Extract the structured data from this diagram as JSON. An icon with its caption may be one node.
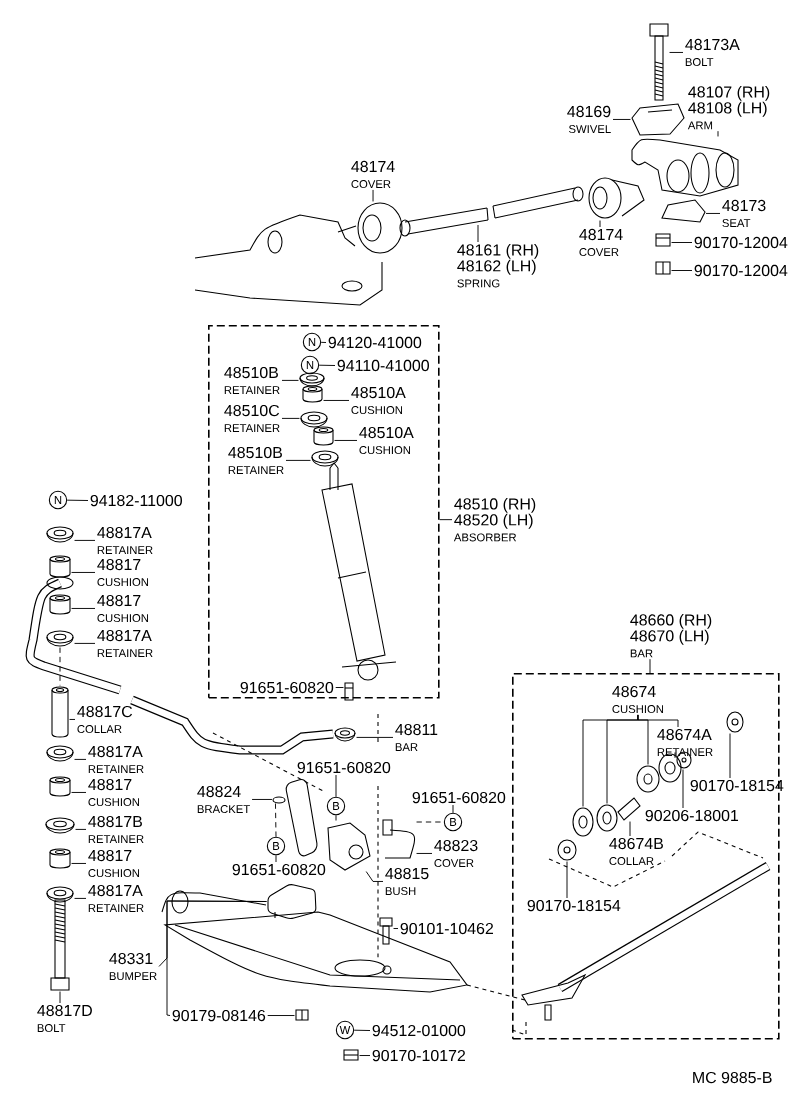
{
  "diagram": {
    "nodes": [
      {
        "text": [
          "48173A",
          "BOLT"
        ]
      },
      {
        "text": [
          "48107 (RH)",
          "48108 (LH)",
          "ARM"
        ]
      },
      {
        "text": [
          "48169",
          "SWIVEL"
        ]
      },
      {
        "text": [
          "48174",
          "COVER"
        ]
      },
      {
        "text": [
          "48173",
          "SEAT"
        ]
      },
      {
        "text": [
          "48161 (RH)",
          "48162 (LH)",
          "SPRING"
        ]
      },
      {
        "text": [
          "48174",
          "COVER"
        ]
      },
      {
        "text": [
          "90170-12004"
        ]
      },
      {
        "text": [
          "90170-12004"
        ]
      },
      {
        "text": [],
        "shape": "box"
      },
      {
        "text": [
          "N"
        ],
        "in": 9
      },
      {
        "text": [
          "94120-41000"
        ],
        "in": 9
      },
      {
        "text": [
          "N"
        ],
        "in": 9
      },
      {
        "text": [
          "94110-41000"
        ],
        "in": 9
      },
      {
        "text": [
          "48510B",
          "RETAINER"
        ],
        "in": 9
      },
      {
        "text": [
          "48510A",
          "CUSHION"
        ],
        "in": 9
      },
      {
        "text": [
          "48510C",
          "RETAINER"
        ],
        "in": 9
      },
      {
        "text": [
          "48510A",
          "CUSHION"
        ],
        "in": 9
      },
      {
        "text": [
          "48510B",
          "RETAINER"
        ],
        "in": 9
      },
      {
        "text": [
          "48510 (RH)",
          "48520 (LH)",
          "ABSORBER"
        ]
      },
      {
        "text": [
          "91651-60820"
        ],
        "in": 9
      },
      {
        "text": [
          "N"
        ]
      },
      {
        "text": [
          "94182-11000"
        ]
      },
      {
        "text": [
          "48817A",
          "RETAINER"
        ]
      },
      {
        "text": [
          "48817",
          "CUSHION"
        ]
      },
      {
        "text": [
          "48817",
          "CUSHION"
        ]
      },
      {
        "text": [
          "48817A",
          "RETAINER"
        ]
      },
      {
        "text": [
          "48817C",
          "COLLAR"
        ]
      },
      {
        "text": [
          "48817A",
          "RETAINER"
        ]
      },
      {
        "text": [
          "48817",
          "CUSHION"
        ]
      },
      {
        "text": [
          "48817B",
          "RETAINER"
        ]
      },
      {
        "text": [
          "48817",
          "CUSHION"
        ]
      },
      {
        "text": [
          "48817A",
          "RETAINER"
        ]
      },
      {
        "text": [
          "48817D",
          "BOLT"
        ]
      },
      {
        "text": [
          "48811",
          "BAR"
        ]
      },
      {
        "text": [
          "48824",
          "BRACKET"
        ]
      },
      {
        "text": [
          "91651-60820"
        ]
      },
      {
        "text": [
          "B"
        ]
      },
      {
        "text": [
          "B"
        ]
      },
      {
        "text": [
          "91651-60820"
        ]
      },
      {
        "text": [
          "91651-60820"
        ]
      },
      {
        "text": [
          "B"
        ]
      },
      {
        "text": [
          "48823",
          "COVER"
        ]
      },
      {
        "text": [
          "48815",
          "BUSH"
        ]
      },
      {
        "text": [
          "90101-10462"
        ]
      },
      {
        "text": [
          "48331",
          "BUMPER"
        ]
      },
      {
        "text": [
          "90179-08146"
        ]
      },
      {
        "text": [
          "W"
        ]
      },
      {
        "text": [
          "94512-01000"
        ]
      },
      {
        "text": [
          "90170-10172"
        ]
      },
      {
        "text": [
          "48660 (RH)",
          "48670 (LH)",
          "BAR"
        ]
      },
      {
        "text": [],
        "shape": "box"
      },
      {
        "text": [
          "48674",
          "CUSHION"
        ],
        "in": 51
      },
      {
        "text": [
          "48674A",
          "RETAINER"
        ],
        "in": 51
      },
      {
        "text": [
          "90170-18154"
        ],
        "in": 51
      },
      {
        "text": [
          "90206-18001"
        ],
        "in": 51
      },
      {
        "text": [
          "48674B",
          "COLLAR"
        ],
        "in": 51
      },
      {
        "text": [
          "90170-18154"
        ],
        "in": 51
      },
      {
        "text": [],
        "shape": "picture"
      },
      {
        "text": [],
        "shape": "picture"
      },
      {
        "text": [],
        "shape": "picture"
      },
      {
        "text": [],
        "shape": "picture"
      },
      {
        "text": [],
        "shape": "picture"
      },
      {
        "text": [],
        "shape": "picture"
      },
      {
        "text": [],
        "shape": "picture"
      },
      {
        "text": [],
        "shape": "picture"
      },
      {
        "text": [],
        "shape": "picture",
        "in": 9
      },
      {
        "text": [],
        "shape": "picture",
        "in": 9
      },
      {
        "text": [],
        "shape": "picture",
        "in": 9
      },
      {
        "text": [],
        "shape": "picture",
        "in": 9
      },
      {
        "text": [],
        "shape": "picture",
        "in": 9
      },
      {
        "text": [],
        "shape": "picture",
        "in": 9
      },
      {
        "text": [],
        "shape": "picture"
      },
      {
        "text": [],
        "shape": "picture"
      },
      {
        "text": [],
        "shape": "picture"
      },
      {
        "text": [],
        "shape": "picture"
      },
      {
        "text": [],
        "shape": "picture"
      },
      {
        "text": [],
        "shape": "picture"
      },
      {
        "text": [],
        "shape": "picture"
      },
      {
        "text": [],
        "shape": "picture"
      },
      {
        "text": [],
        "shape": "picture"
      },
      {
        "text": [],
        "shape": "picture"
      },
      {
        "text": [],
        "shape": "picture"
      },
      {
        "text": [],
        "shape": "picture"
      },
      {
        "text": [],
        "shape": "picture"
      },
      {
        "text": [],
        "shape": "picture"
      },
      {
        "text": [],
        "shape": "picture"
      },
      {
        "text": [],
        "shape": "picture"
      },
      {
        "text": [],
        "shape": "picture"
      },
      {
        "text": [],
        "shape": "picture"
      },
      {
        "text": [],
        "shape": "picture"
      },
      {
        "text": [],
        "shape": "picture",
        "in": 51
      },
      {
        "text": [],
        "shape": "picture",
        "in": 51
      },
      {
        "text": [],
        "shape": "picture",
        "in": 51
      },
      {
        "text": [],
        "shape": "picture",
        "in": 51
      },
      {
        "text": [],
        "shape": "picture",
        "in": 51
      },
      {
        "text": [],
        "shape": "picture",
        "in": 51
      },
      {
        "text": [],
        "shape": "picture",
        "in": 51
      },
      {
        "text": [],
        "shape": "picture",
        "in": 51
      }
    ],
    "edges": [
      {
        "from": 0,
        "to": 58,
        "arrow": "none"
      },
      {
        "from": 1,
        "to": 60,
        "arrow": "none"
      },
      {
        "from": 2,
        "to": 59,
        "arrow": "none"
      },
      {
        "from": 3,
        "to": 63,
        "arrow": "none"
      },
      {
        "from": 4,
        "to": 62,
        "arrow": "none"
      },
      {
        "from": 5,
        "to": null,
        "arrow": "none"
      },
      {
        "from": 6,
        "to": 61,
        "arrow": "none"
      },
      {
        "from": 7,
        "to": 64,
        "arrow": "none"
      },
      {
        "from": 8,
        "to": 65,
        "arrow": "none"
      },
      {
        "from": 11,
        "to": 10,
        "arrow": "none"
      },
      {
        "from": 13,
        "to": 12,
        "arrow": "none"
      },
      {
        "from": 14,
        "to": 66,
        "arrow": "none"
      },
      {
        "from": 15,
        "to": 67,
        "arrow": "none"
      },
      {
        "from": 16,
        "to": 68,
        "arrow": "none"
      },
      {
        "from": 17,
        "to": 69,
        "arrow": "none"
      },
      {
        "from": 18,
        "to": 70,
        "arrow": "none"
      },
      {
        "from": 19,
        "to": 9,
        "arrow": "none"
      },
      {
        "from": 20,
        "to": 71,
        "arrow": "none"
      },
      {
        "from": 22,
        "to": 21,
        "arrow": "none"
      },
      {
        "from": 23,
        "to": 72,
        "arrow": "none"
      },
      {
        "from": 24,
        "to": 73,
        "arrow": "none"
      },
      {
        "from": 25,
        "to": 74,
        "arrow": "none"
      },
      {
        "from": 26,
        "to": 75,
        "arrow": "none"
      },
      {
        "from": 27,
        "to": 76,
        "arrow": "none"
      },
      {
        "from": 28,
        "to": 77,
        "arrow": "none"
      },
      {
        "from": 29,
        "to": 78,
        "arrow": "none"
      },
      {
        "from": 30,
        "to": 79,
        "arrow": "none"
      },
      {
        "from": 31,
        "to": 80,
        "arrow": "none"
      },
      {
        "from": 32,
        "to": 81,
        "arrow": "none"
      },
      {
        "from": 33,
        "to": 82,
        "arrow": "none"
      },
      {
        "from": 34,
        "to": 83,
        "arrow": "none"
      },
      {
        "from": 35,
        "to": 84,
        "arrow": "none"
      },
      {
        "from": 36,
        "to": 37,
        "arrow": "none"
      },
      {
        "from": 39,
        "to": 38,
        "arrow": "none"
      },
      {
        "from": 40,
        "to": 41,
        "arrow": "none"
      },
      {
        "from": 42,
        "to": 86,
        "arrow": "none"
      },
      {
        "from": 43,
        "to": 85,
        "arrow": "none"
      },
      {
        "from": 44,
        "to": 88,
        "arrow": "none"
      },
      {
        "from": 45,
        "to": 87,
        "arrow": "none"
      },
      {
        "from": 46,
        "to": 87,
        "arrow": "none"
      },
      {
        "from": 46,
        "to": 89,
        "arrow": "none"
      },
      {
        "from": 48,
        "to": 47,
        "arrow": "none"
      },
      {
        "from": 49,
        "to": 90,
        "arrow": "none"
      },
      {
        "from": 50,
        "to": 51,
        "arrow": "none"
      },
      {
        "from": 52,
        "to": 92,
        "arrow": "none"
      },
      {
        "from": 52,
        "to": 93,
        "arrow": "none"
      },
      {
        "from": 52,
        "to": 95,
        "arrow": "none"
      },
      {
        "from": 52,
        "to": 53,
        "arrow": "none"
      },
      {
        "from": 53,
        "to": 96,
        "arrow": "none"
      },
      {
        "from": 54,
        "to": 98,
        "arrow": "none"
      },
      {
        "from": 55,
        "to": 97,
        "arrow": "none"
      },
      {
        "from": 56,
        "to": 94,
        "arrow": "none"
      },
      {
        "from": 57,
        "to": 91,
        "arrow": "none"
      },
      {
        "from": 86,
        "to": 41,
        "arrow": "none",
        "style": "dashed"
      },
      {
        "from": 38,
        "to": 84,
        "arrow": "none",
        "style": "dashed"
      },
      {
        "from": 37,
        "to": 85,
        "arrow": "none",
        "style": "dashed"
      },
      {
        "from": 75,
        "to": 76,
        "arrow": "none",
        "style": "dashed"
      }
    ],
    "labels": [
      "MC 9885-B"
    ]
  }
}
